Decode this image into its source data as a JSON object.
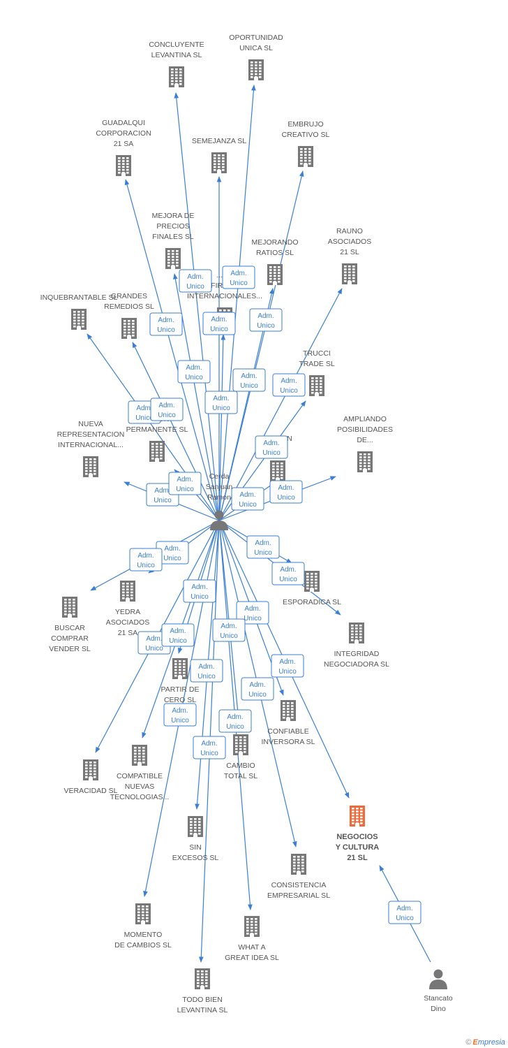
{
  "colors": {
    "edge": "#3a7fd5",
    "node": "#777777",
    "highlight": "#f06a3a"
  },
  "badge": {
    "line1": "Adm.",
    "line2": "Unico"
  },
  "footer": {
    "copyright": "©",
    "brand_e": "E",
    "brand_rest": "mpresia"
  },
  "companies": [
    {
      "id": "concluyente",
      "lines": [
        "CONCLUYENTE",
        "LEVANTINA SL"
      ]
    },
    {
      "id": "oportunidad",
      "lines": [
        "OPORTUNIDAD",
        "UNICA SL"
      ]
    },
    {
      "id": "guadalqui",
      "lines": [
        "GUADALQUI",
        "CORPORACION",
        "21 SA"
      ]
    },
    {
      "id": "semejanza",
      "lines": [
        "SEMEJANZA SL"
      ]
    },
    {
      "id": "embrujo",
      "lines": [
        "EMBRUJO",
        "CREATIVO SL"
      ]
    },
    {
      "id": "mejora",
      "lines": [
        "MEJORA DE",
        "PRECIOS",
        "FINALES SL"
      ]
    },
    {
      "id": "mejorando",
      "lines": [
        "MEJORANDO",
        "RATIOS SL"
      ]
    },
    {
      "id": "rauno",
      "lines": [
        "RAUNO",
        "ASOCIADOS",
        "21 SL"
      ]
    },
    {
      "id": "firmas",
      "lines": [
        "...RA",
        "FIRMAS",
        "INTERNACIONALES..."
      ]
    },
    {
      "id": "inquebrantable",
      "lines": [
        "INQUEBRANTABLE SL"
      ]
    },
    {
      "id": "grandes",
      "lines": [
        "GRANDES",
        "REMEDIOS SL"
      ]
    },
    {
      "id": "trucci",
      "lines": [
        "TRUCCI",
        "TRADE SL"
      ]
    },
    {
      "id": "nueva",
      "lines": [
        "NUEVA",
        "REPRESENTACION",
        "INTERNACIONAL..."
      ]
    },
    {
      "id": "permanente",
      "lines": [
        "...CION",
        "PERMANENTE SL"
      ]
    },
    {
      "id": "vida",
      "lines": [
        "VIDA EN",
        "...S..."
      ]
    },
    {
      "id": "ampliando",
      "lines": [
        "AMPLIANDO",
        "POSIBILIDADES",
        "DE..."
      ]
    },
    {
      "id": "esporadica",
      "lines": [
        "ESPORADICA SL"
      ]
    },
    {
      "id": "yedra",
      "lines": [
        "YEDRA",
        "ASOCIADOS",
        "21 SA"
      ]
    },
    {
      "id": "buscar",
      "lines": [
        "BUSCAR",
        "COMPRAR",
        "VENDER SL"
      ]
    },
    {
      "id": "integridad",
      "lines": [
        "INTEGRIDAD",
        "NEGOCIADORA SL"
      ]
    },
    {
      "id": "partir",
      "lines": [
        "PARTIR DE",
        "CERO SL"
      ]
    },
    {
      "id": "confiable",
      "lines": [
        "CONFIABLE",
        "INVERSORA SL"
      ]
    },
    {
      "id": "veracidad",
      "lines": [
        "VERACIDAD SL"
      ]
    },
    {
      "id": "compatible",
      "lines": [
        "COMPATIBLE",
        "NUEVAS",
        "TECNOLOGIAS..."
      ]
    },
    {
      "id": "cambio",
      "lines": [
        "CAMBIO",
        "TOTAL SL"
      ]
    },
    {
      "id": "negocios",
      "lines": [
        "NEGOCIOS",
        "Y CULTURA",
        "21 SL"
      ],
      "highlight": true
    },
    {
      "id": "sin",
      "lines": [
        "SIN",
        "EXCESOS SL"
      ]
    },
    {
      "id": "consistencia",
      "lines": [
        "CONSISTENCIA",
        "EMPRESARIAL SL"
      ]
    },
    {
      "id": "momento",
      "lines": [
        "MOMENTO",
        "DE CAMBIOS SL"
      ]
    },
    {
      "id": "whata",
      "lines": [
        "WHAT A",
        "GREAT IDEA SL"
      ]
    },
    {
      "id": "todobien",
      "lines": [
        "TODO BIEN",
        "LEVANTINA SL"
      ]
    }
  ],
  "persons": [
    {
      "id": "cerda",
      "lines": [
        "Cerda",
        "Sanjuan",
        "Ramon"
      ]
    },
    {
      "id": "stancato",
      "lines": [
        "Stancato",
        "Dino"
      ]
    }
  ],
  "edges": [
    {
      "from": "cerda",
      "to": "concluyente"
    },
    {
      "from": "cerda",
      "to": "oportunidad"
    },
    {
      "from": "cerda",
      "to": "guadalqui"
    },
    {
      "from": "cerda",
      "to": "semejanza"
    },
    {
      "from": "cerda",
      "to": "embrujo"
    },
    {
      "from": "cerda",
      "to": "mejora"
    },
    {
      "from": "cerda",
      "to": "mejorando"
    },
    {
      "from": "cerda",
      "to": "rauno"
    },
    {
      "from": "cerda",
      "to": "firmas"
    },
    {
      "from": "cerda",
      "to": "inquebrantable"
    },
    {
      "from": "cerda",
      "to": "grandes"
    },
    {
      "from": "cerda",
      "to": "trucci"
    },
    {
      "from": "cerda",
      "to": "nueva"
    },
    {
      "from": "cerda",
      "to": "permanente"
    },
    {
      "from": "cerda",
      "to": "vida"
    },
    {
      "from": "cerda",
      "to": "ampliando"
    },
    {
      "from": "cerda",
      "to": "esporadica"
    },
    {
      "from": "cerda",
      "to": "yedra"
    },
    {
      "from": "cerda",
      "to": "buscar"
    },
    {
      "from": "cerda",
      "to": "integridad"
    },
    {
      "from": "cerda",
      "to": "partir"
    },
    {
      "from": "cerda",
      "to": "confiable"
    },
    {
      "from": "cerda",
      "to": "veracidad"
    },
    {
      "from": "cerda",
      "to": "compatible"
    },
    {
      "from": "cerda",
      "to": "cambio"
    },
    {
      "from": "cerda",
      "to": "negocios"
    },
    {
      "from": "cerda",
      "to": "sin"
    },
    {
      "from": "cerda",
      "to": "consistencia"
    },
    {
      "from": "cerda",
      "to": "momento"
    },
    {
      "from": "cerda",
      "to": "whata"
    },
    {
      "from": "cerda",
      "to": "todobien"
    },
    {
      "from": "stancato",
      "to": "negocios"
    }
  ]
}
